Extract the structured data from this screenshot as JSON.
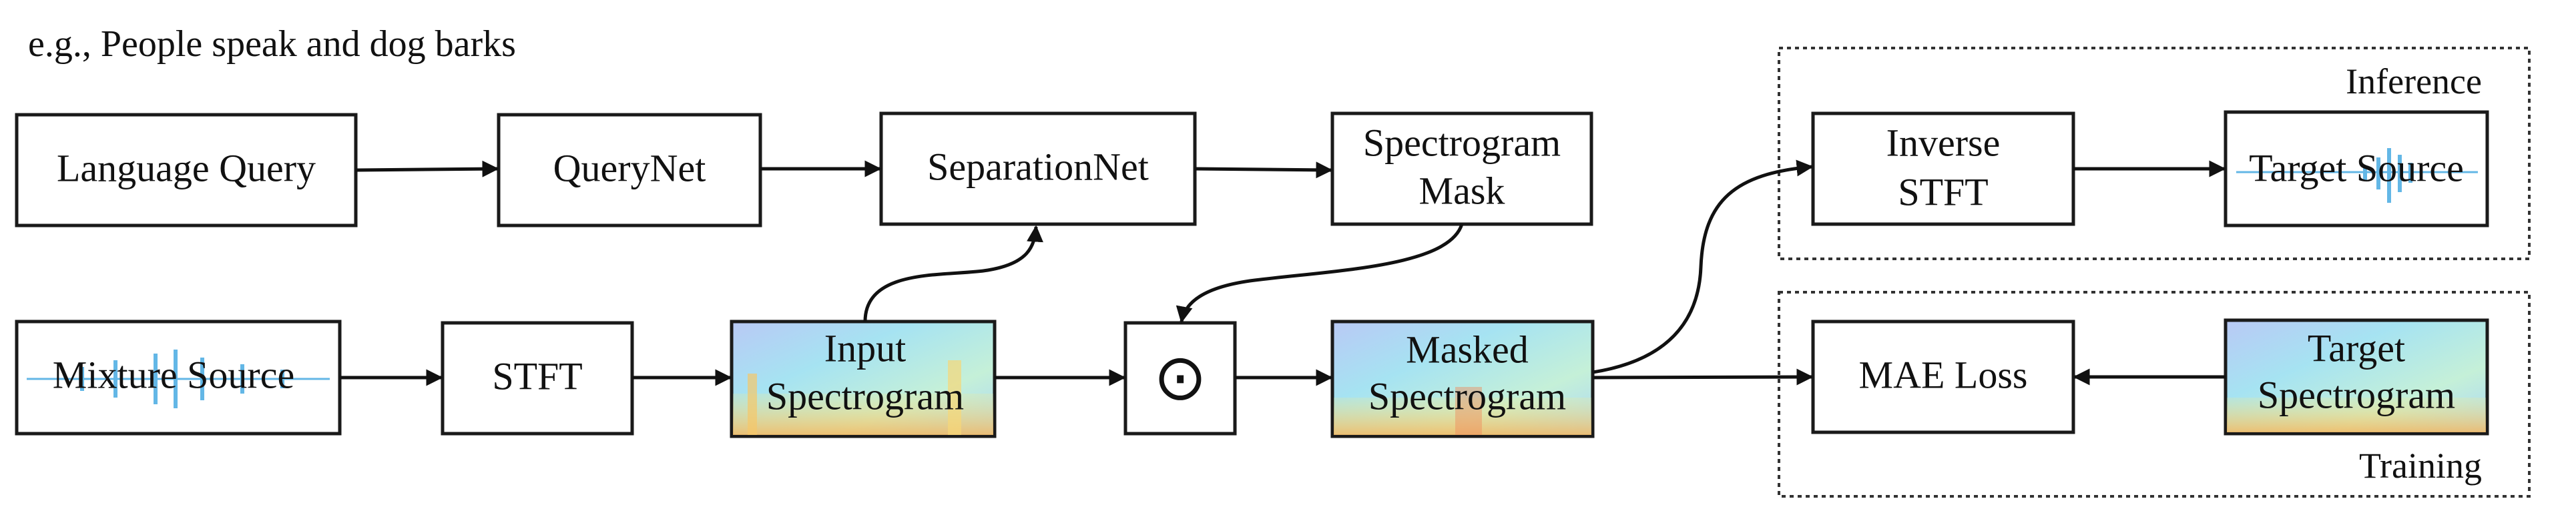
{
  "caption": "e.g., People speak and dog barks",
  "groups": {
    "inference": "Inference",
    "training": "Training"
  },
  "nodes": {
    "language_query": "Language Query",
    "querynet": "QueryNet",
    "separationnet": "SeparationNet",
    "spectrogram_mask": [
      "Spectrogram",
      "Mask"
    ],
    "mixture_source": "Mixture Source",
    "stft": "STFT",
    "input_spectrogram": [
      "Input",
      "Spectrogram"
    ],
    "multiply_op": "⊙",
    "masked_spectrogram": [
      "Masked",
      "Spectrogram"
    ],
    "inverse_stft": [
      "Inverse",
      "STFT"
    ],
    "target_source": "Target Source",
    "mae_loss": "MAE Loss",
    "target_spectrogram": [
      "Target",
      "Spectrogram"
    ]
  },
  "colors": {
    "spectrogram_base": "#a7d8f3",
    "spectrogram_warm": "#f6e07a",
    "waveform": "#63b7e6"
  }
}
